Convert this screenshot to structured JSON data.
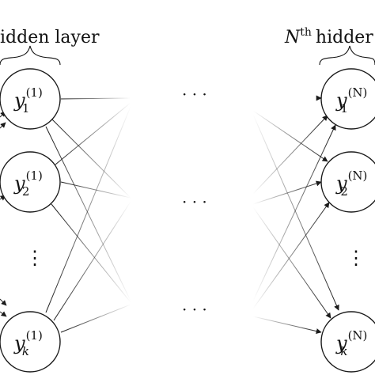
{
  "labels": {
    "left_header": "idden layer",
    "right_header_var": "N",
    "right_header_sup": "th",
    "right_header_text": "hidder",
    "left_superscript": "(1)",
    "right_superscript": "(N)",
    "node_symbol": "y",
    "subscripts": [
      "1",
      "2",
      "k"
    ],
    "hdots": "· · ·",
    "vdots": "⋮"
  },
  "colors": {
    "stroke": "#1a1a1a",
    "text": "#111111",
    "background": "#ffffff"
  }
}
